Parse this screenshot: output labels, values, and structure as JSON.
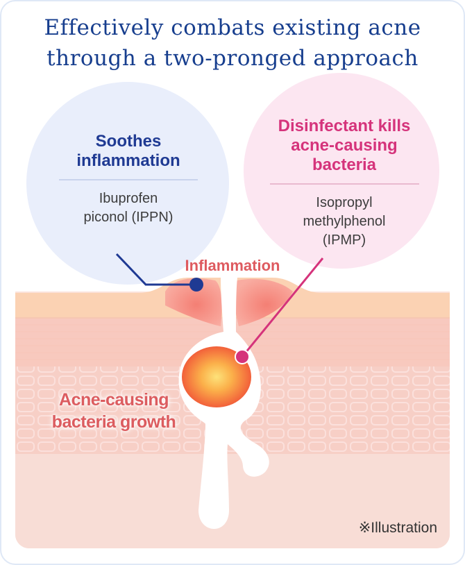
{
  "title": {
    "line1": "Effectively combats existing acne",
    "line2": "through a two-pronged approach"
  },
  "left_bubble": {
    "title_line1": "Soothes",
    "title_line2": "inflammation",
    "ingredient_line1": "Ibuprofen",
    "ingredient_line2": "piconol (IPPN)"
  },
  "right_bubble": {
    "title_line1": "Disinfectant kills",
    "title_line2": "acne-causing",
    "title_line3": "bacteria",
    "ingredient_line1": "Isopropyl",
    "ingredient_line2": "methylphenol",
    "ingredient_line3": "(IPMP)"
  },
  "labels": {
    "inflammation": "Inflammation",
    "bacteria_line1": "Acne-causing",
    "bacteria_line2": "bacteria growth"
  },
  "note": "※Illustration",
  "colors": {
    "title": "#173e8e",
    "left_accent": "#1f3a93",
    "right_accent": "#d5337b",
    "inflammation": "#de5a5f",
    "left_bubble_fill": "#e9eefb",
    "right_bubble_fill": "#fce6f1"
  }
}
